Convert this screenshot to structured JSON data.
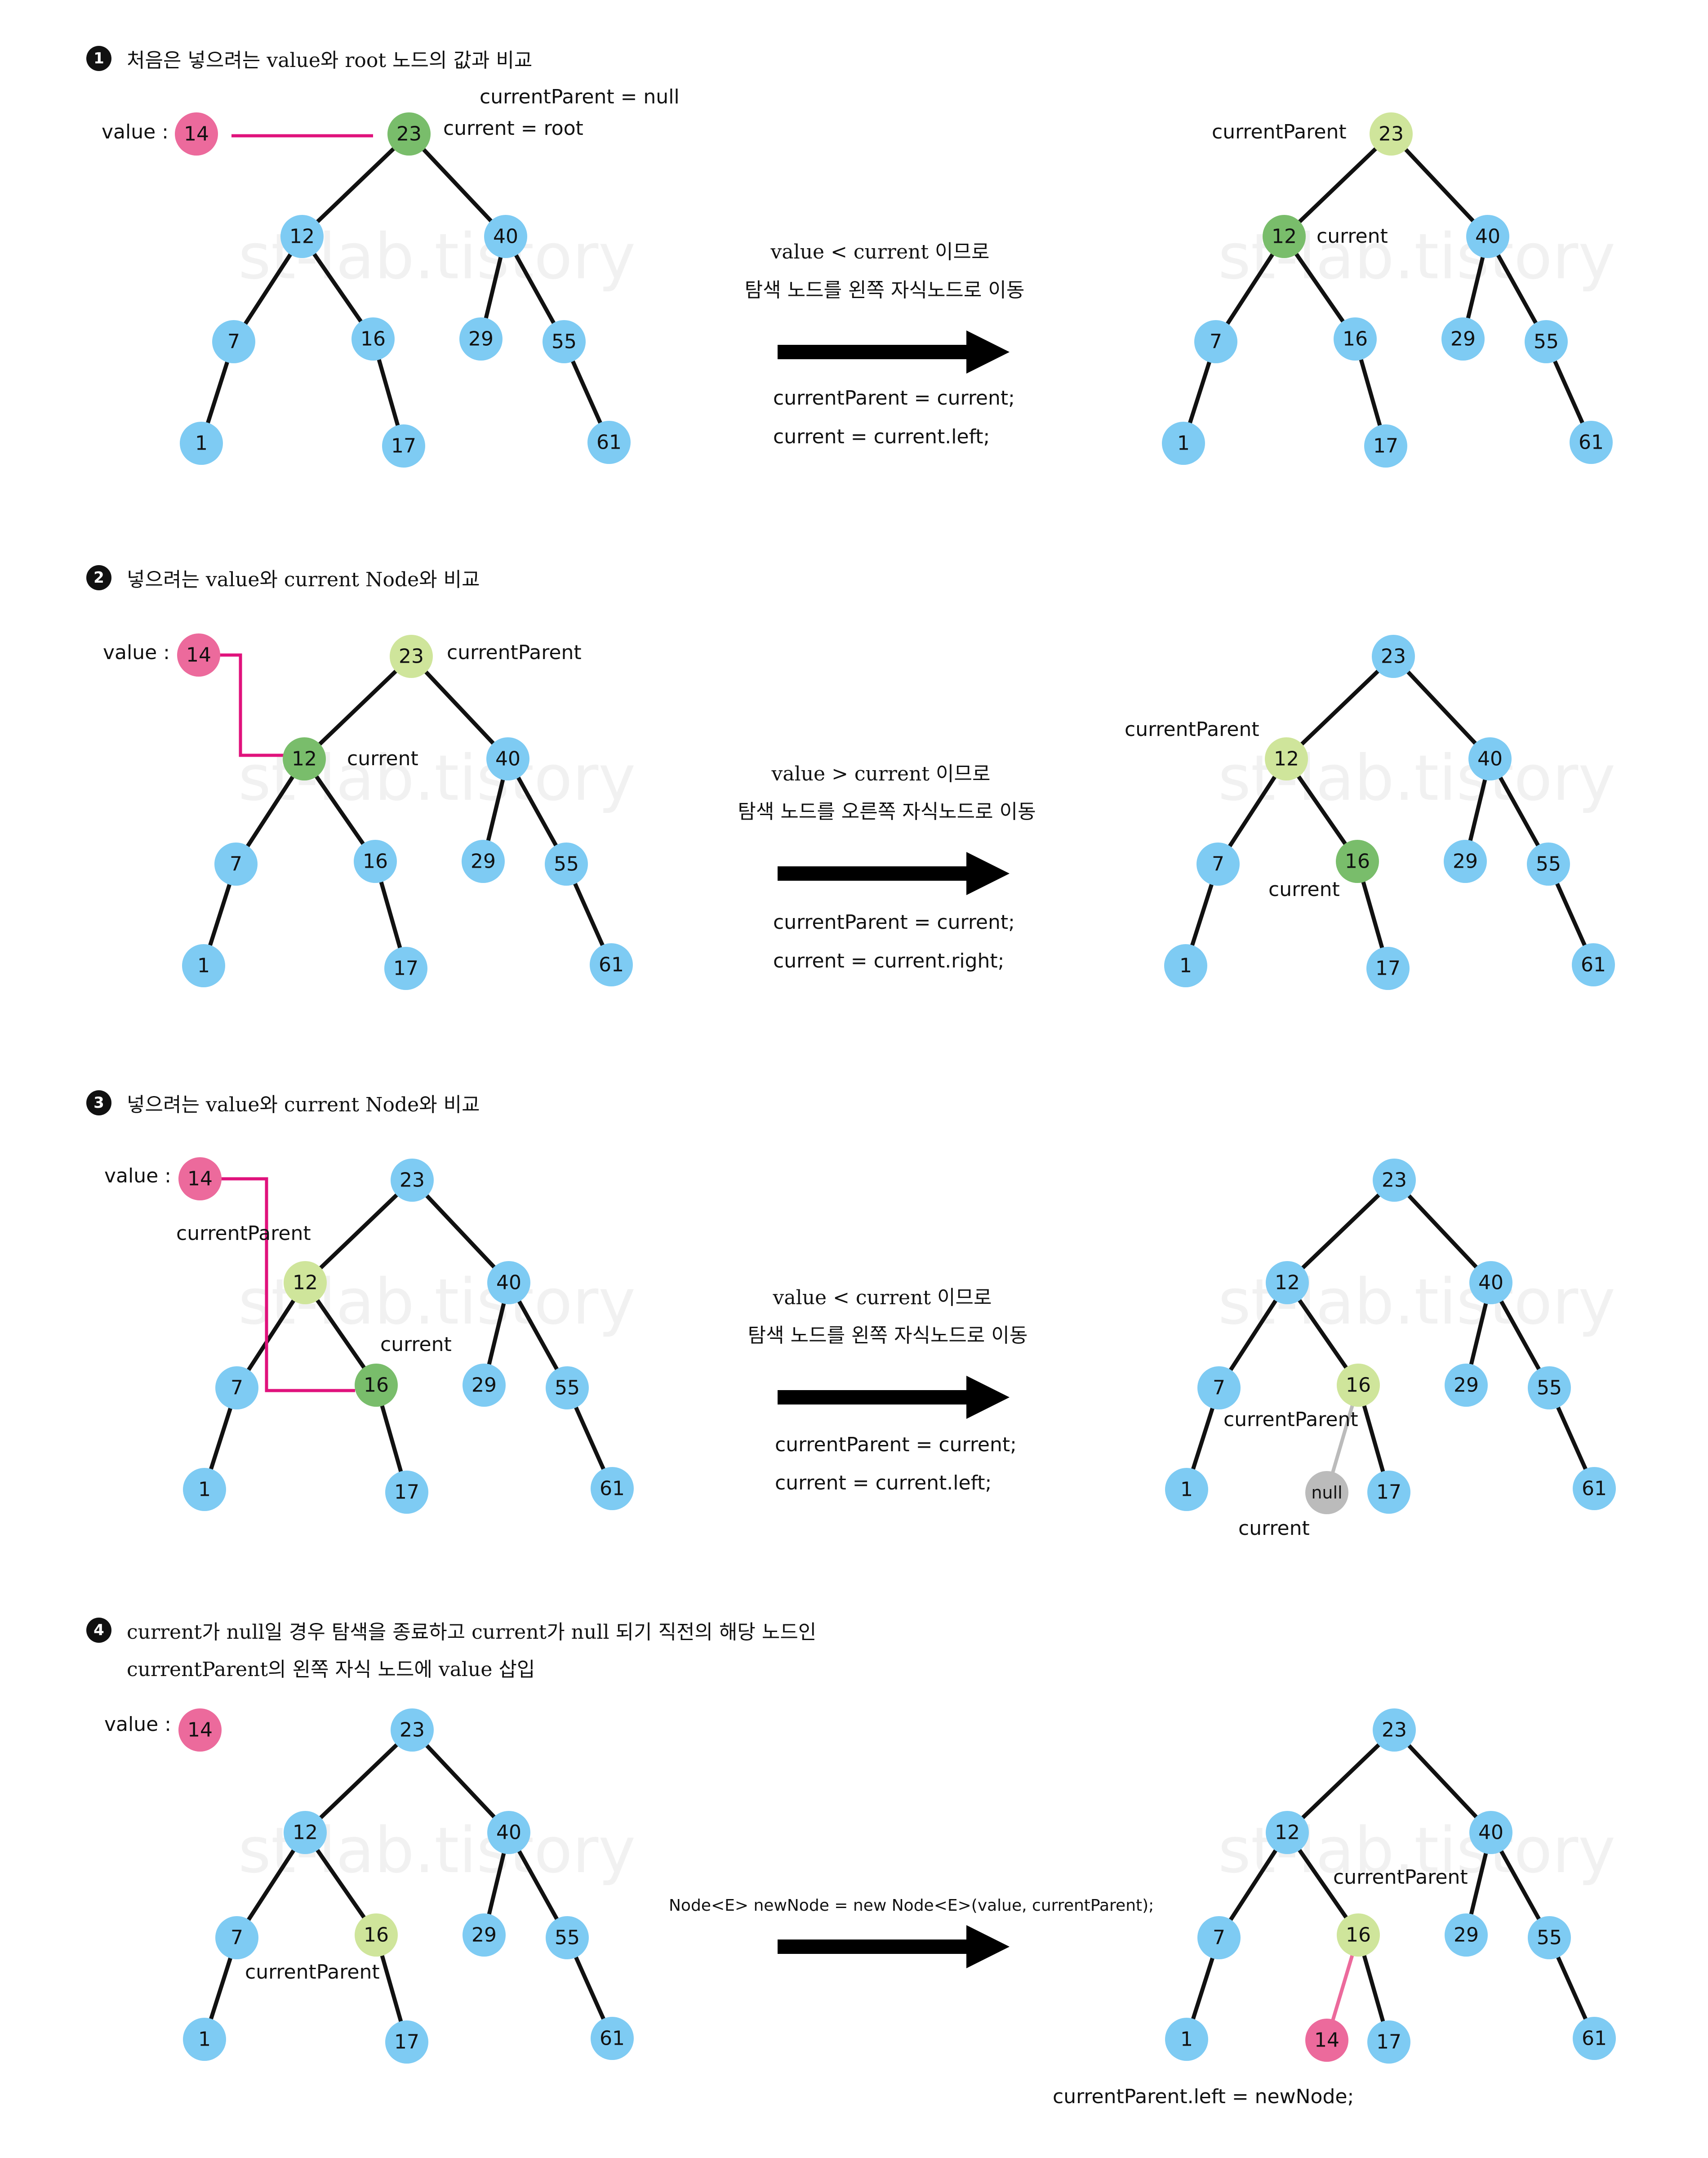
{
  "steps": [
    {
      "number": "1",
      "title": "처음은 넣으려는 value와 root 노드의 값과 비교",
      "value_label": "value :",
      "value": "14",
      "left_labels": [
        "currentParent = null",
        "current = root"
      ],
      "right_labels": [
        "currentParent",
        "current"
      ],
      "description": [
        "value < current 이므로",
        "탐색 노드를 왼쪽 자식노드로 이동"
      ],
      "code": [
        "currentParent = current;",
        "current = current.left;"
      ]
    },
    {
      "number": "2",
      "title": "넣으려는 value와 current Node와 비교",
      "value_label": "value :",
      "value": "14",
      "left_labels": [
        "currentParent",
        "current"
      ],
      "right_labels": [
        "currentParent",
        "current"
      ],
      "description": [
        "value > current 이므로",
        "탐색 노드를 오른쪽 자식노드로 이동"
      ],
      "code": [
        "currentParent = current;",
        "current = current.right;"
      ]
    },
    {
      "number": "3",
      "title": "넣으려는 value와 current Node와 비교",
      "value_label": "value :",
      "value": "14",
      "left_labels": [
        "currentParent",
        "current"
      ],
      "right_labels": [
        "currentParent",
        "current"
      ],
      "description": [
        "value < current 이므로",
        "탐색 노드를 왼쪽 자식노드로 이동"
      ],
      "code": [
        "currentParent = current;",
        "current = current.left;"
      ],
      "null_node": "null"
    },
    {
      "number": "4",
      "title_lines": [
        "current가 null일 경우 탐색을 종료하고 current가 null 되기 직전의 해당 노드인",
        "currentParent의 왼쪽 자식 노드에 value 삽입"
      ],
      "value_label": "value :",
      "value": "14",
      "left_labels": [
        "currentParent"
      ],
      "right_labels": [
        "currentParent"
      ],
      "code_line": "Node<E> newNode = new Node<E>(value, currentParent);",
      "bottom_code": "currentParent.left = newNode;",
      "new_node": "14"
    }
  ],
  "tree_values": [
    "23",
    "12",
    "40",
    "7",
    "16",
    "29",
    "55",
    "1",
    "17",
    "61"
  ],
  "watermark": "st-lab.tistory",
  "colors": {
    "node": "#7ecbf3",
    "current": "#79bd6b",
    "parent": "#cfe59b",
    "value": "#ec6a9c",
    "null": "#bbbbbb",
    "link": "#e0127c",
    "edge": "#111111"
  }
}
